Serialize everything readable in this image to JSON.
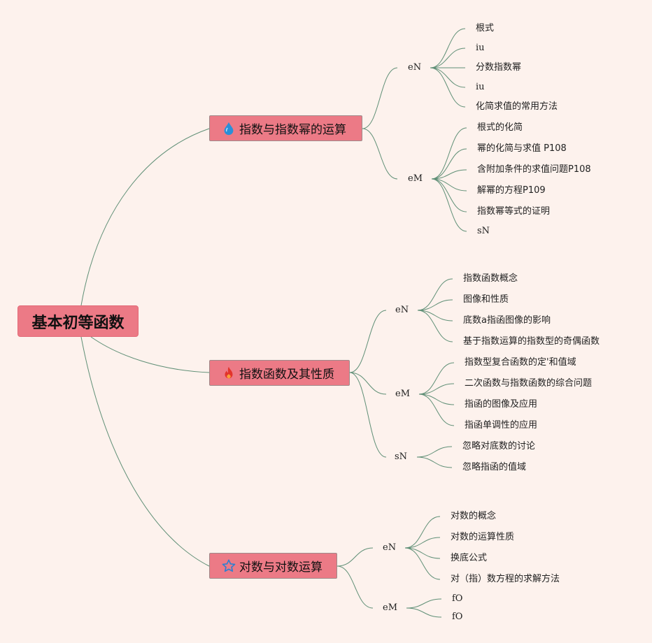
{
  "root": {
    "label": "基本初等函数"
  },
  "branches": [
    {
      "label": "指数与指数幂的运算",
      "icon": "water-drop-icon",
      "groups": [
        {
          "label": "eN",
          "items": [
            "根式",
            "iu",
            "分数指数幂",
            "iu",
            "化简求值的常用方法"
          ]
        },
        {
          "label": "eM",
          "items": [
            "根式的化简",
            "幂的化简与求值 P108",
            "含附加条件的求值问题P108",
            "解幂的方程P109",
            "指数幂等式的证明",
            "sN"
          ]
        }
      ]
    },
    {
      "label": "指数函数及其性质",
      "icon": "fire-icon",
      "groups": [
        {
          "label": "eN",
          "items": [
            "指数函数概念",
            "图像和性质",
            "底数a指函图像的影响",
            "基于指数运算的指数型的奇偶函数"
          ]
        },
        {
          "label": "eM",
          "items": [
            "指数型复合函数的定'和值域",
            "二次函数与指数函数的综合问题",
            "指函的图像及应用",
            "指函单调性的应用"
          ]
        },
        {
          "label": "sN",
          "items": [
            "忽略对底数的讨论",
            "忽略指函的值域"
          ]
        }
      ]
    },
    {
      "label": "对数与对数运算",
      "icon": "star-icon",
      "groups": [
        {
          "label": "eN",
          "items": [
            "对数的概念",
            "对数的运算性质",
            "换底公式",
            "对（指）数方程的求解方法"
          ]
        },
        {
          "label": "eM",
          "items": [
            "fO",
            "fO"
          ]
        }
      ]
    }
  ],
  "colors": {
    "node_fill": "#ec7a86",
    "edge": "#5f8f76",
    "background": "#fdf2ed"
  }
}
